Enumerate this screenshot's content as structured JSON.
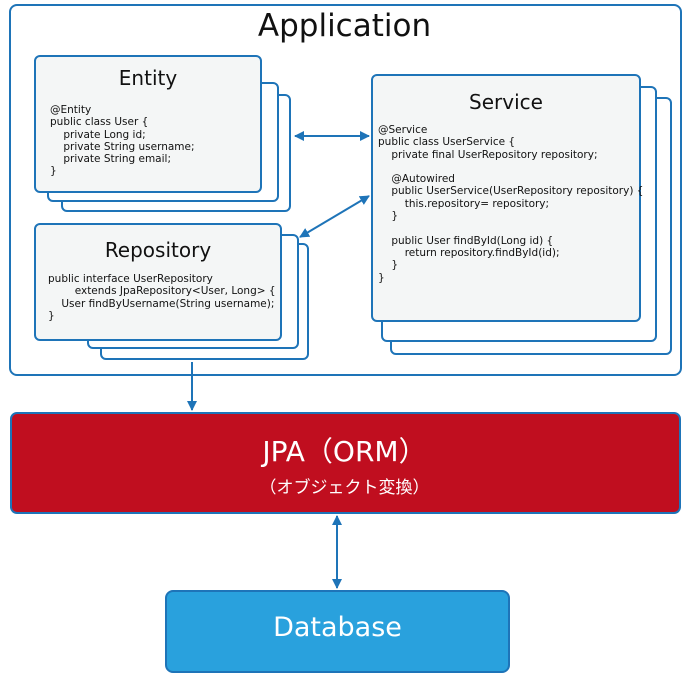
{
  "application": {
    "title": "Application"
  },
  "entity": {
    "title": "Entity",
    "code": "@Entity\npublic class User {\n    private Long id;\n    private String username;\n    private String email;\n}"
  },
  "repository": {
    "title": "Repository",
    "code": "public interface UserRepository\n        extends JpaRepository<User, Long> {\n    User findByUsername(String username);\n}"
  },
  "service": {
    "title": "Service",
    "code": "@Service\npublic class UserService {\n    private final UserRepository repository;\n\n    @Autowired\n    public UserService(UserRepository repository) {\n        this.repository= repository;\n    }\n\n    public User findById(Long id) {\n        return repository.findById(id);\n    }\n}"
  },
  "jpa": {
    "title": "JPA（ORM）",
    "subtitle": "（オブジェクト変換）"
  },
  "database": {
    "title": "Database"
  },
  "colors": {
    "border": "#1e74b8",
    "jpa_fill": "#c00e1f",
    "database_fill": "#29a1dd",
    "card_fill": "#f4f6f6"
  }
}
